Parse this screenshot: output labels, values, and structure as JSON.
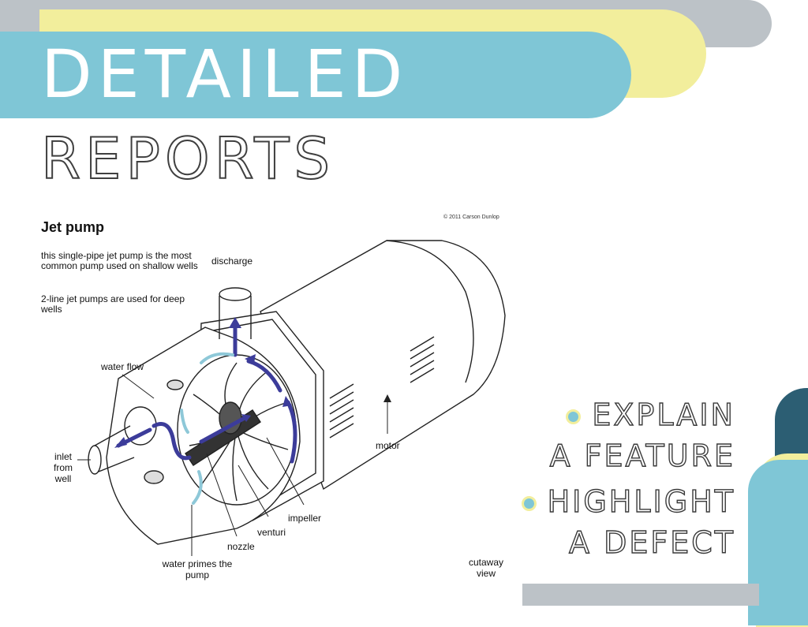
{
  "slide": {
    "title_line1": "DETAILED",
    "title_line2": "REPORTS",
    "bullets": [
      {
        "line1": "EXPLAIN",
        "line2": "A FEATURE"
      },
      {
        "line1": "HIGHLIGHT",
        "line2": "A DEFECT"
      }
    ]
  },
  "diagram": {
    "title": "Jet pump",
    "copyright": "© 2011 Carson Dunlop",
    "note1": "this single-pipe jet pump is the most common pump used on shallow wells",
    "note2": "2-line jet pumps are used for deep wells",
    "labels": {
      "discharge": "discharge",
      "water_flow": "water flow",
      "inlet": "inlet from well",
      "motor": "motor",
      "impeller": "impeller",
      "venturi": "venturi",
      "nozzle": "nozzle",
      "water_primes": "water primes the pump",
      "cutaway": "cutaway view"
    }
  },
  "colors": {
    "band_gray": "#bcc2c7",
    "band_yellow": "#f2ee9c",
    "band_blue": "#7fc6d6",
    "dark_teal": "#2c5e73",
    "arrow_dark": "#3c3c9a",
    "arrow_light": "#8ec8d8"
  }
}
